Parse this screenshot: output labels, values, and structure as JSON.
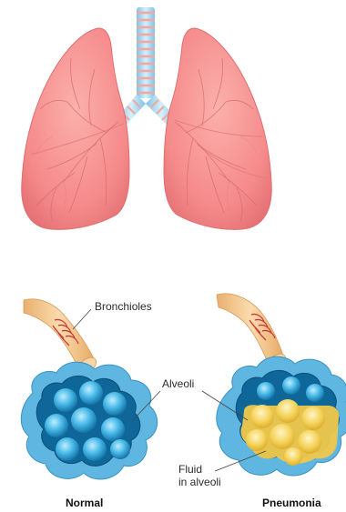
{
  "labels": {
    "bronchioles": "Bronchioles",
    "alveoli": "Alveoli",
    "fluid_line1": "Fluid",
    "fluid_line2": "in alveoli"
  },
  "captions": {
    "normal": "Normal",
    "pneumonia": "Pneumonia"
  },
  "colors": {
    "lung_fill": "#f58a8a",
    "lung_dark": "#d76464",
    "trachea_blue": "#9fd4ee",
    "trachea_pink": "#f4a7a0",
    "bronchiole_tan": "#efc28a",
    "bronchiole_red": "#c93b3b",
    "alveoli_outer": "#4aa3cf",
    "alveoli_inner": "#0f6e9f",
    "alveoli_sac": "#5ec4ea",
    "fluid": "#f2cf4a",
    "fluid_light": "#f8e07a"
  }
}
